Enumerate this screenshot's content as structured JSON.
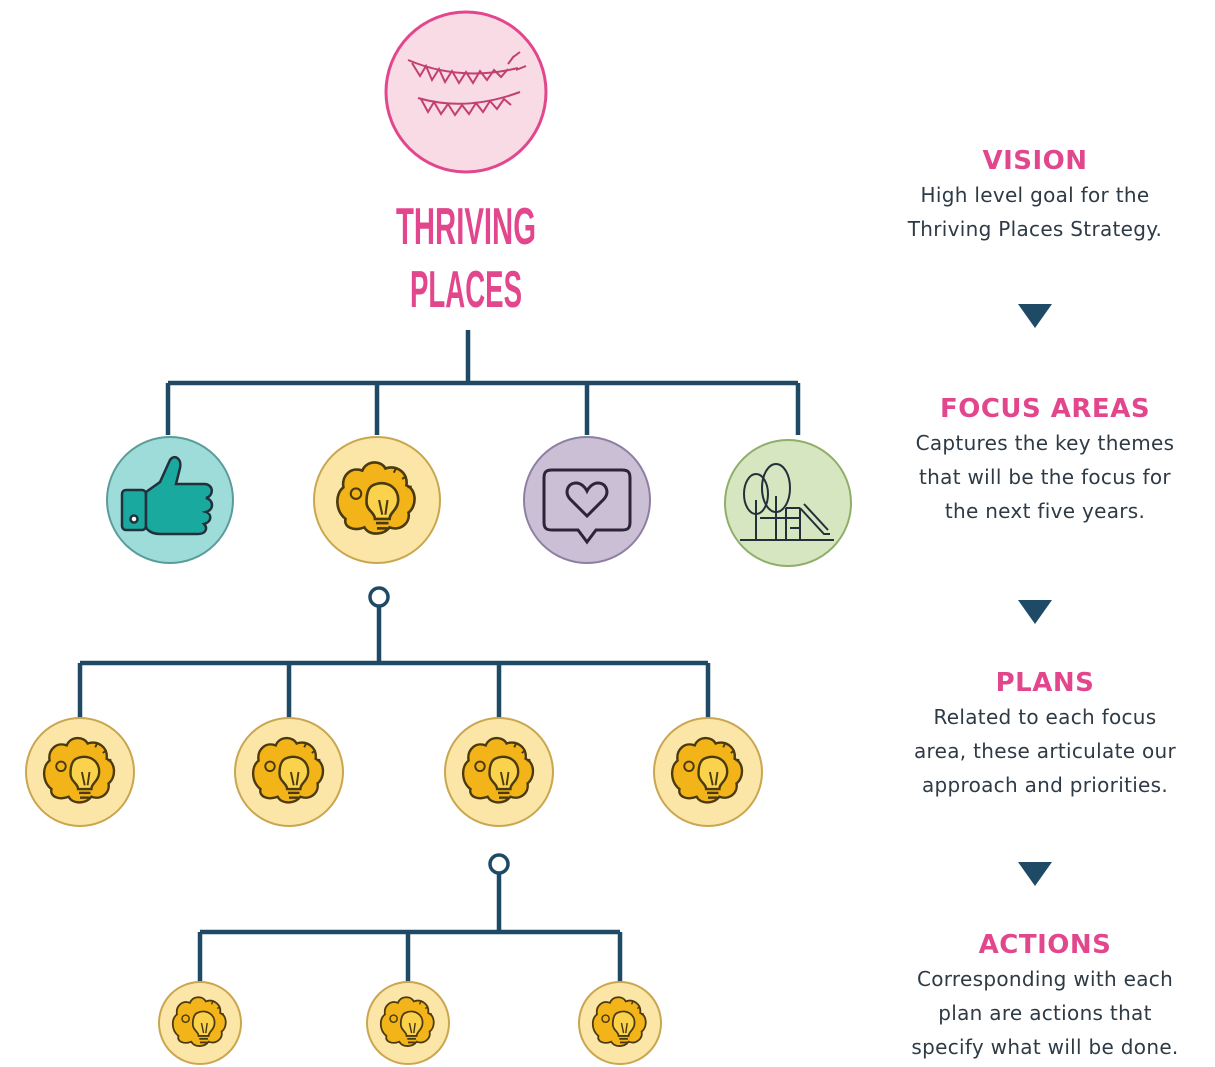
{
  "title": {
    "line1": "THRIVING",
    "line2": "PLACES"
  },
  "levels": [
    {
      "heading": "VISION",
      "text": [
        "High level goal for the",
        "Thriving Places Strategy."
      ]
    },
    {
      "heading": "FOCUS AREAS",
      "text": [
        "Captures the key themes",
        "that will be the focus for",
        "the next five years."
      ]
    },
    {
      "heading": "PLANS",
      "text": [
        "Related to each focus",
        "area, these articulate our",
        "approach and priorities."
      ]
    },
    {
      "heading": "ACTIONS",
      "text": [
        "Corresponding with each",
        "plan are actions that",
        "specify what will be done."
      ]
    }
  ],
  "focus_area_icons": [
    "thumbs-up-icon",
    "lightbulb-icon",
    "heart-message-icon",
    "park-icon"
  ],
  "plan_icons": [
    "lightbulb-icon",
    "lightbulb-icon",
    "lightbulb-icon",
    "lightbulb-icon"
  ],
  "action_icons": [
    "lightbulb-icon",
    "lightbulb-icon",
    "lightbulb-icon"
  ],
  "colors": {
    "accent_pink": "#e2478d",
    "connector_navy": "#1e4a66",
    "vision_circle": "#f8dbe5",
    "teal_circle": "#9ddcd8",
    "yellow_circle": "#fbe6a8",
    "purple_circle": "#cbbfd6",
    "green_circle": "#d6e6c0"
  }
}
